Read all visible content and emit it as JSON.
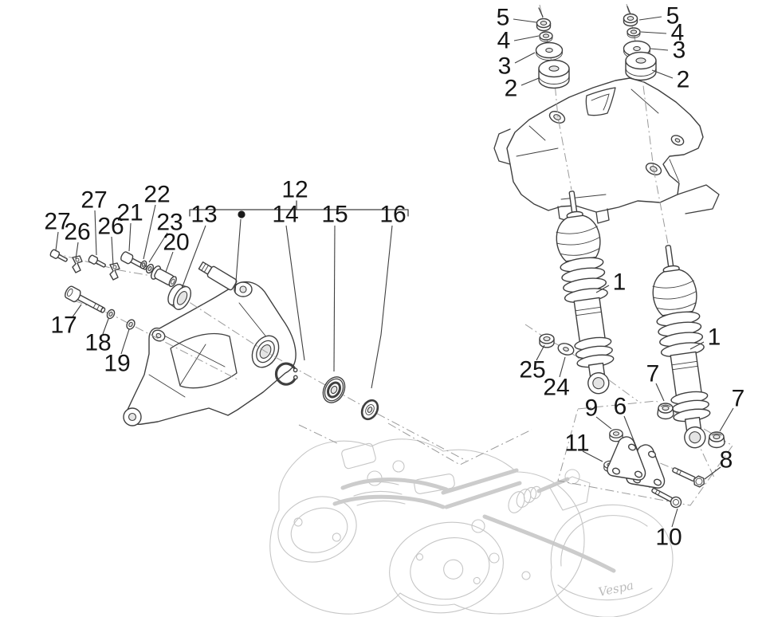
{
  "diagram": {
    "background": "#ffffff",
    "line_color": "#3f3f3f",
    "ghost_color": "#c6c6c6",
    "label_color": "#151515"
  },
  "labels": {
    "n1": "1",
    "n2": "2",
    "n3": "3",
    "n4": "4",
    "n5": "5",
    "n6": "6",
    "n7": "7",
    "n8": "8",
    "n9": "9",
    "n10": "10",
    "n11": "11",
    "n12": "12",
    "n13": "13",
    "n14": "14",
    "n15": "15",
    "n16": "16",
    "n17": "17",
    "n18": "18",
    "n19": "19",
    "n20": "20",
    "n21": "21",
    "n22": "22",
    "n23": "23",
    "n24": "24",
    "n25": "25",
    "n26": "26",
    "n27": "27"
  },
  "logo": {
    "text": "Vespa"
  }
}
